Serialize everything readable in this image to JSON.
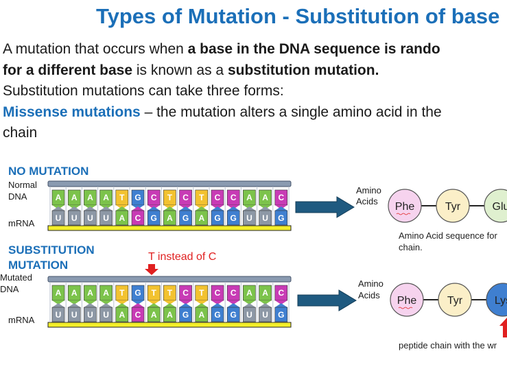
{
  "title": "Types of Mutation - Substitution of base",
  "intro": {
    "line1_a": "A mutation that occurs when ",
    "line1_b": "a base in the DNA sequence is rando",
    "line2_a": "for a different base",
    "line2_b": " is known as a ",
    "line2_c": "substitution mutation.",
    "line3": "Substitution mutations can take three forms:",
    "line4_a": "Missense mutations",
    "line4_b": " – the mutation alters a single amino acid in the",
    "line5": "chain"
  },
  "no_mutation": {
    "heading": "NO MUTATION",
    "dna_label_1": "Normal",
    "dna_label_2": "DNA",
    "mrna_label": "mRNA",
    "dna_bases": [
      "A",
      "A",
      "A",
      "A",
      "T",
      "G",
      "C",
      "T",
      "C",
      "T",
      "C",
      "C",
      "A",
      "A",
      "C"
    ],
    "mrna_bases": [
      "U",
      "U",
      "U",
      "U",
      "A",
      "C",
      "G",
      "A",
      "G",
      "A",
      "G",
      "G",
      "U",
      "U",
      "G"
    ],
    "amino_label_1": "Amino",
    "amino_label_2": "Acids",
    "amino_acids": [
      "Phe",
      "Tyr",
      "Glu"
    ],
    "caption_1": "Amino Acid sequence for",
    "caption_2": "chain."
  },
  "substitution": {
    "heading_1": "SUBSTITUTION",
    "heading_2": "MUTATION",
    "marker_text": "T instead of C",
    "dna_label_1": "Mutated",
    "dna_label_2": "DNA",
    "mrna_label": "mRNA",
    "dna_bases": [
      "A",
      "A",
      "A",
      "A",
      "T",
      "G",
      "T",
      "T",
      "C",
      "T",
      "C",
      "C",
      "A",
      "A",
      "C"
    ],
    "mrna_bases": [
      "U",
      "U",
      "U",
      "U",
      "A",
      "C",
      "A",
      "A",
      "G",
      "A",
      "G",
      "G",
      "U",
      "U",
      "G"
    ],
    "amino_label_1": "Amino",
    "amino_label_2": "Acids",
    "amino_acids": [
      "Phe",
      "Tyr",
      "Lys"
    ],
    "caption": "peptide chain with the wr"
  },
  "colors": {
    "title": "#1b6fb8",
    "A": "#7cc34b",
    "T": "#f2c230",
    "G": "#3f7fd0",
    "C": "#c83bb5",
    "U": "#8d98a6",
    "backbone": "#6b7c93",
    "mrna_backbone": "#f3ee2a",
    "arrow": "#1f5a80",
    "phe": "#f6d3ee",
    "tyr": "#fbefc8",
    "glu": "#dff0cf",
    "lys": "#3f7fd0",
    "red": "#e02020"
  }
}
